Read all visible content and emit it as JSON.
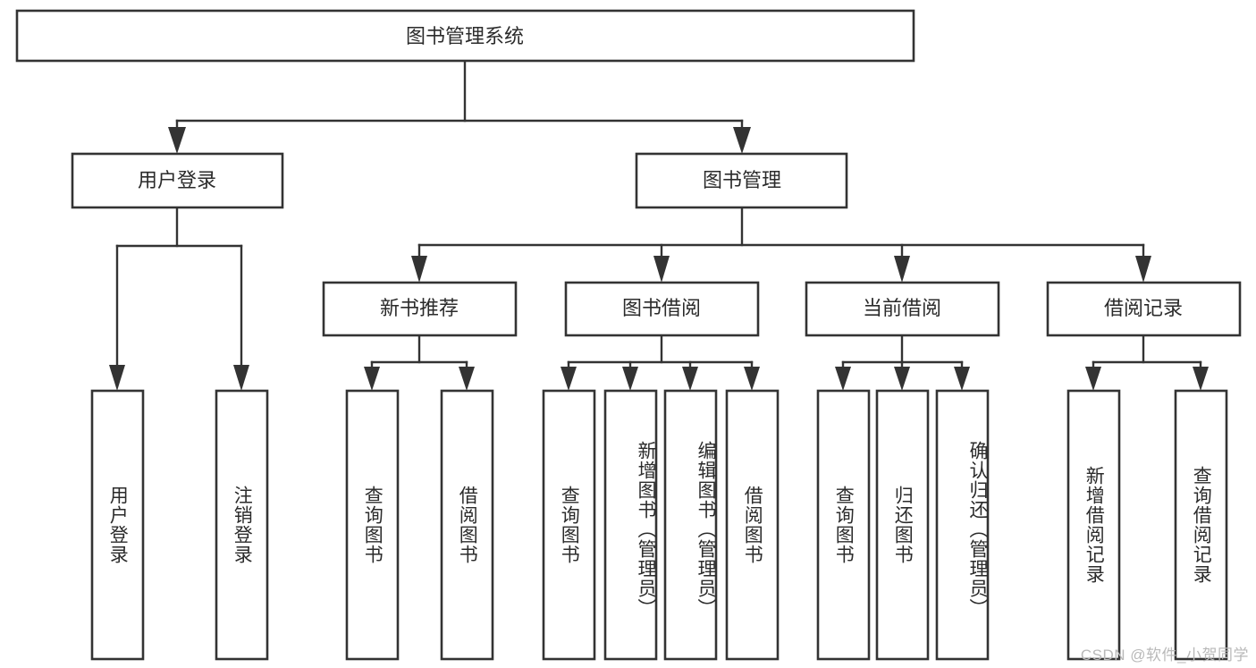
{
  "diagram": {
    "type": "hierarchy-tree",
    "title": "图书管理系统",
    "watermark": "CSDN @软件_小贺同学",
    "colors": {
      "stroke": "#333333",
      "text": "#2b2b2b",
      "background": "#ffffff",
      "watermark": "#b9b9b9"
    },
    "levels": {
      "root": {
        "label": "图书管理系统",
        "orientation": "horizontal"
      },
      "level1": [
        {
          "label": "用户登录",
          "orientation": "horizontal"
        },
        {
          "label": "图书管理",
          "orientation": "horizontal"
        }
      ],
      "level2": [
        {
          "label": "新书推荐",
          "orientation": "horizontal"
        },
        {
          "label": "图书借阅",
          "orientation": "horizontal"
        },
        {
          "label": "当前借阅",
          "orientation": "horizontal"
        },
        {
          "label": "借阅记录",
          "orientation": "horizontal"
        }
      ],
      "leaves": [
        {
          "label": "用户登录",
          "orientation": "vertical",
          "parent": "用户登录"
        },
        {
          "label": "注销登录",
          "orientation": "vertical",
          "parent": "用户登录"
        },
        {
          "label": "查询图书",
          "orientation": "vertical",
          "parent": "新书推荐"
        },
        {
          "label": "借阅图书",
          "orientation": "vertical",
          "parent": "新书推荐"
        },
        {
          "label": "查询图书",
          "orientation": "vertical",
          "parent": "图书借阅"
        },
        {
          "label": "新增图书（管理员）",
          "orientation": "vertical",
          "parent": "图书借阅"
        },
        {
          "label": "编辑图书（管理员）",
          "orientation": "vertical",
          "parent": "图书借阅"
        },
        {
          "label": "借阅图书",
          "orientation": "vertical",
          "parent": "图书借阅"
        },
        {
          "label": "查询图书",
          "orientation": "vertical",
          "parent": "当前借阅"
        },
        {
          "label": "归还图书",
          "orientation": "vertical",
          "parent": "当前借阅"
        },
        {
          "label": "确认归还（管理员）",
          "orientation": "vertical",
          "parent": "当前借阅"
        },
        {
          "label": "新增借阅记录",
          "orientation": "vertical",
          "parent": "借阅记录"
        },
        {
          "label": "查询借阅记录",
          "orientation": "vertical",
          "parent": "借阅记录"
        }
      ]
    }
  }
}
